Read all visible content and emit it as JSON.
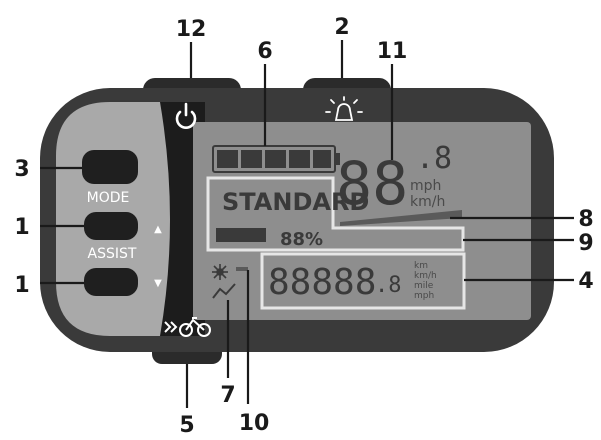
{
  "callouts": {
    "c12": "12",
    "c2": "2",
    "c6": "6",
    "c11": "11",
    "c3": "3",
    "c1a": "1",
    "c1b": "1",
    "c8": "8",
    "c9": "9",
    "c4": "4",
    "c5": "5",
    "c7": "7",
    "c10": "10"
  },
  "buttons": {
    "mode_label": "MODE",
    "assist_label": "ASSIST",
    "up_arrow": "▲",
    "down_arrow": "▼"
  },
  "lcd": {
    "speed_digits": "88",
    "speed_decimal": ".8",
    "speed_unit_mph": "mph",
    "speed_unit_kmh": "km/h",
    "mode_text": "STANDARD",
    "battery_percent": "88%",
    "odo_digits": "88888",
    "odo_decimal": ".8",
    "odo_units": [
      "km",
      "km/h",
      "mile",
      "mph"
    ]
  },
  "icons": {
    "power": "power-icon",
    "light": "light-bulb-icon",
    "walk_assist": "walk-assist-bike-icon",
    "sun": "sun-icon",
    "trend": "trend-icon"
  }
}
